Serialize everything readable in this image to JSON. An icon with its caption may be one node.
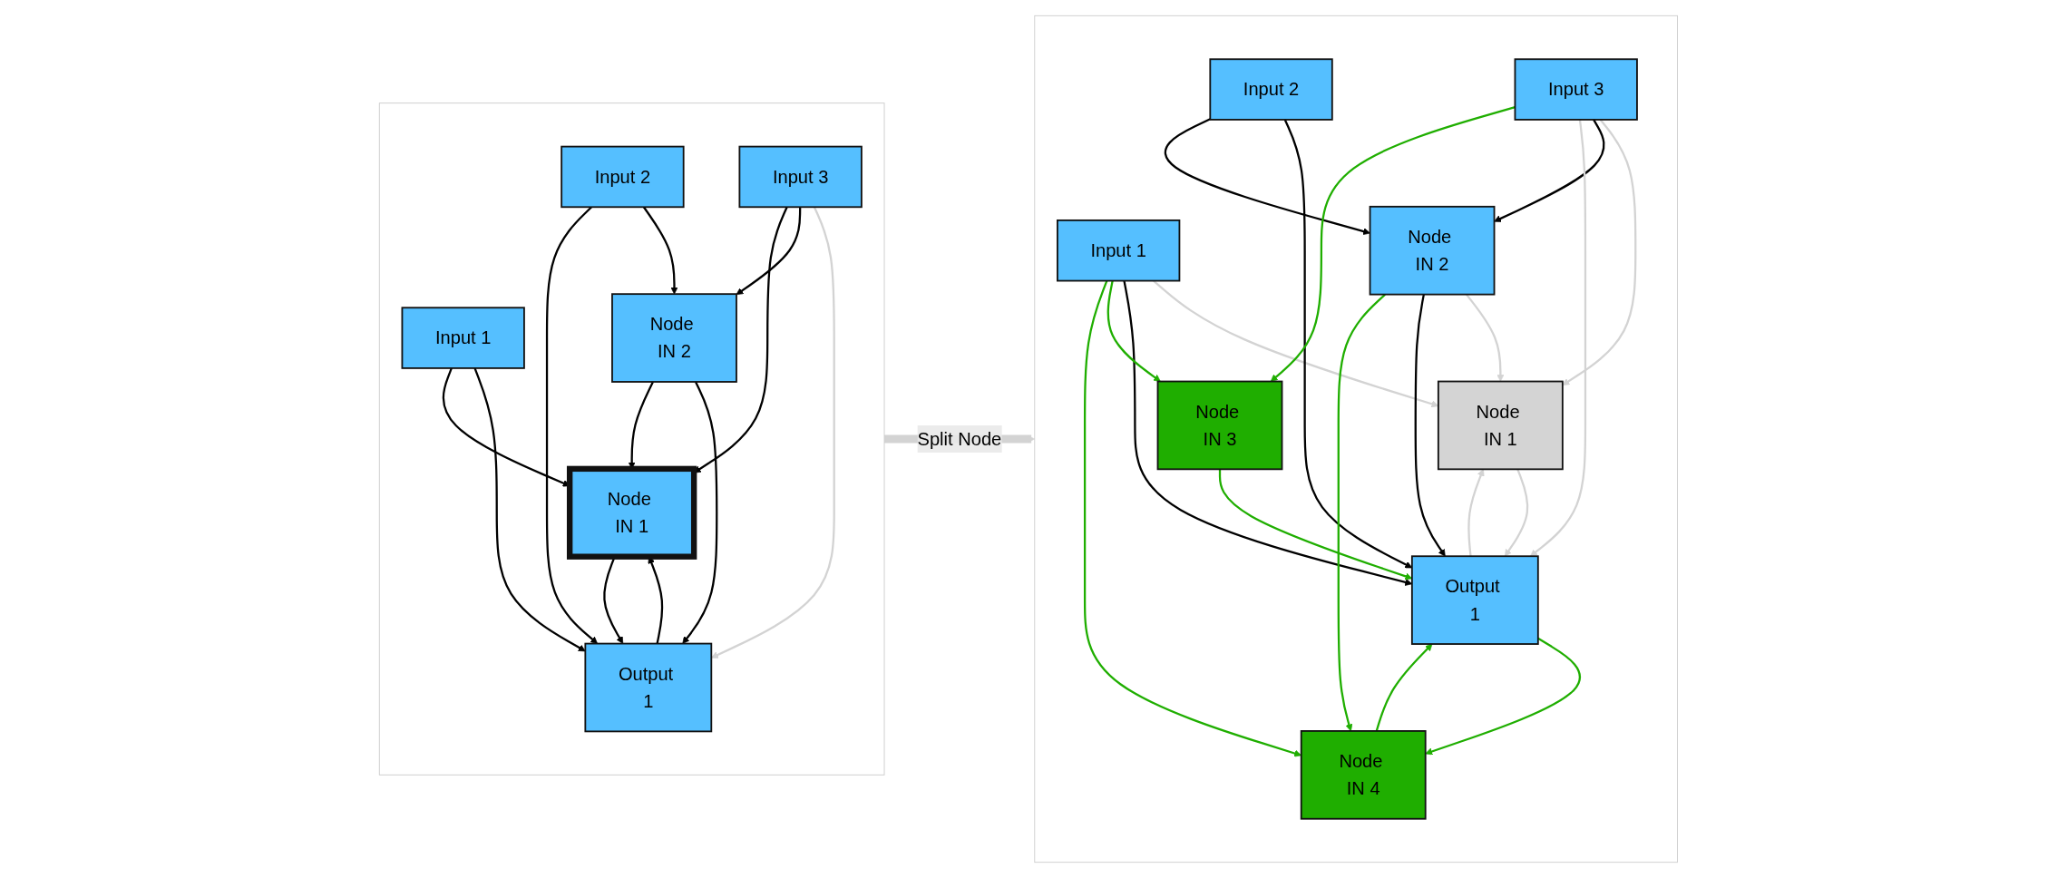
{
  "diagram": {
    "nodes": [
      {
        "text": [],
        "shape": "box"
      },
      {
        "text": [
          "Input 1"
        ],
        "in": 0
      },
      {
        "text": [
          "Node IN 1"
        ],
        "in": 0
      },
      {
        "text": [
          "Input 2"
        ],
        "in": 0
      },
      {
        "text": [
          "Output 1"
        ],
        "in": 0
      },
      {
        "text": [
          "Input 3"
        ],
        "in": 0
      },
      {
        "text": [
          "Node IN 2"
        ],
        "in": 0
      },
      {
        "text": [],
        "shape": "box"
      },
      {
        "text": [
          "Input 1"
        ],
        "in": 7
      },
      {
        "text": [
          "Node IN 1"
        ],
        "in": 7
      },
      {
        "text": [
          "Input 2"
        ],
        "in": 7
      },
      {
        "text": [
          "Output 1"
        ],
        "in": 7
      },
      {
        "text": [
          "Input 3"
        ],
        "in": 7
      },
      {
        "text": [
          "Node IN 3"
        ],
        "in": 7
      },
      {
        "text": [
          "Node IN 2"
        ],
        "in": 7
      },
      {
        "text": [
          "Node IN 4"
        ],
        "in": 7
      }
    ],
    "edges": [
      {
        "from": 0,
        "to": 7,
        "arrow": "to",
        "label": "Split Node",
        "style": "thick",
        "color": "#d3d3d3"
      },
      {
        "from": 1,
        "to": 2,
        "arrow": "to"
      },
      {
        "from": 1,
        "to": 4,
        "arrow": "to"
      },
      {
        "from": 3,
        "to": 4,
        "arrow": "to"
      },
      {
        "from": 3,
        "to": 6,
        "arrow": "to"
      },
      {
        "from": 5,
        "to": 2,
        "arrow": "to"
      },
      {
        "from": 5,
        "to": 6,
        "arrow": "to"
      },
      {
        "from": 5,
        "to": 4,
        "arrow": "to",
        "color": "#d3d3d3"
      },
      {
        "from": 6,
        "to": 2,
        "arrow": "to"
      },
      {
        "from": 6,
        "to": 4,
        "arrow": "to"
      },
      {
        "from": 2,
        "to": 4,
        "arrow": "to"
      },
      {
        "from": 4,
        "to": 2,
        "arrow": "to"
      },
      {
        "from": 8,
        "to": 9,
        "arrow": "to",
        "color": "#d3d3d3"
      },
      {
        "from": 8,
        "to": 11,
        "arrow": "to"
      },
      {
        "from": 8,
        "to": 13,
        "arrow": "to",
        "color": "#1fae00"
      },
      {
        "from": 8,
        "to": 15,
        "arrow": "to",
        "color": "#1fae00"
      },
      {
        "from": 10,
        "to": 11,
        "arrow": "to"
      },
      {
        "from": 10,
        "to": 14,
        "arrow": "to"
      },
      {
        "from": 12,
        "to": 9,
        "arrow": "to",
        "color": "#d3d3d3"
      },
      {
        "from": 12,
        "to": 14,
        "arrow": "to"
      },
      {
        "from": 12,
        "to": 11,
        "arrow": "to",
        "color": "#d3d3d3"
      },
      {
        "from": 12,
        "to": 13,
        "arrow": "to",
        "color": "#1fae00"
      },
      {
        "from": 14,
        "to": 9,
        "arrow": "to",
        "color": "#d3d3d3"
      },
      {
        "from": 14,
        "to": 11,
        "arrow": "to"
      },
      {
        "from": 14,
        "to": 15,
        "arrow": "to",
        "color": "#1fae00"
      },
      {
        "from": 9,
        "to": 11,
        "arrow": "to",
        "color": "#d3d3d3"
      },
      {
        "from": 11,
        "to": 9,
        "arrow": "to",
        "color": "#d3d3d3"
      },
      {
        "from": 13,
        "to": 11,
        "arrow": "to",
        "color": "#1fae00"
      },
      {
        "from": 15,
        "to": 11,
        "arrow": "to",
        "color": "#1fae00"
      },
      {
        "from": 11,
        "to": 15,
        "arrow": "to",
        "color": "#1fae00"
      }
    ]
  }
}
